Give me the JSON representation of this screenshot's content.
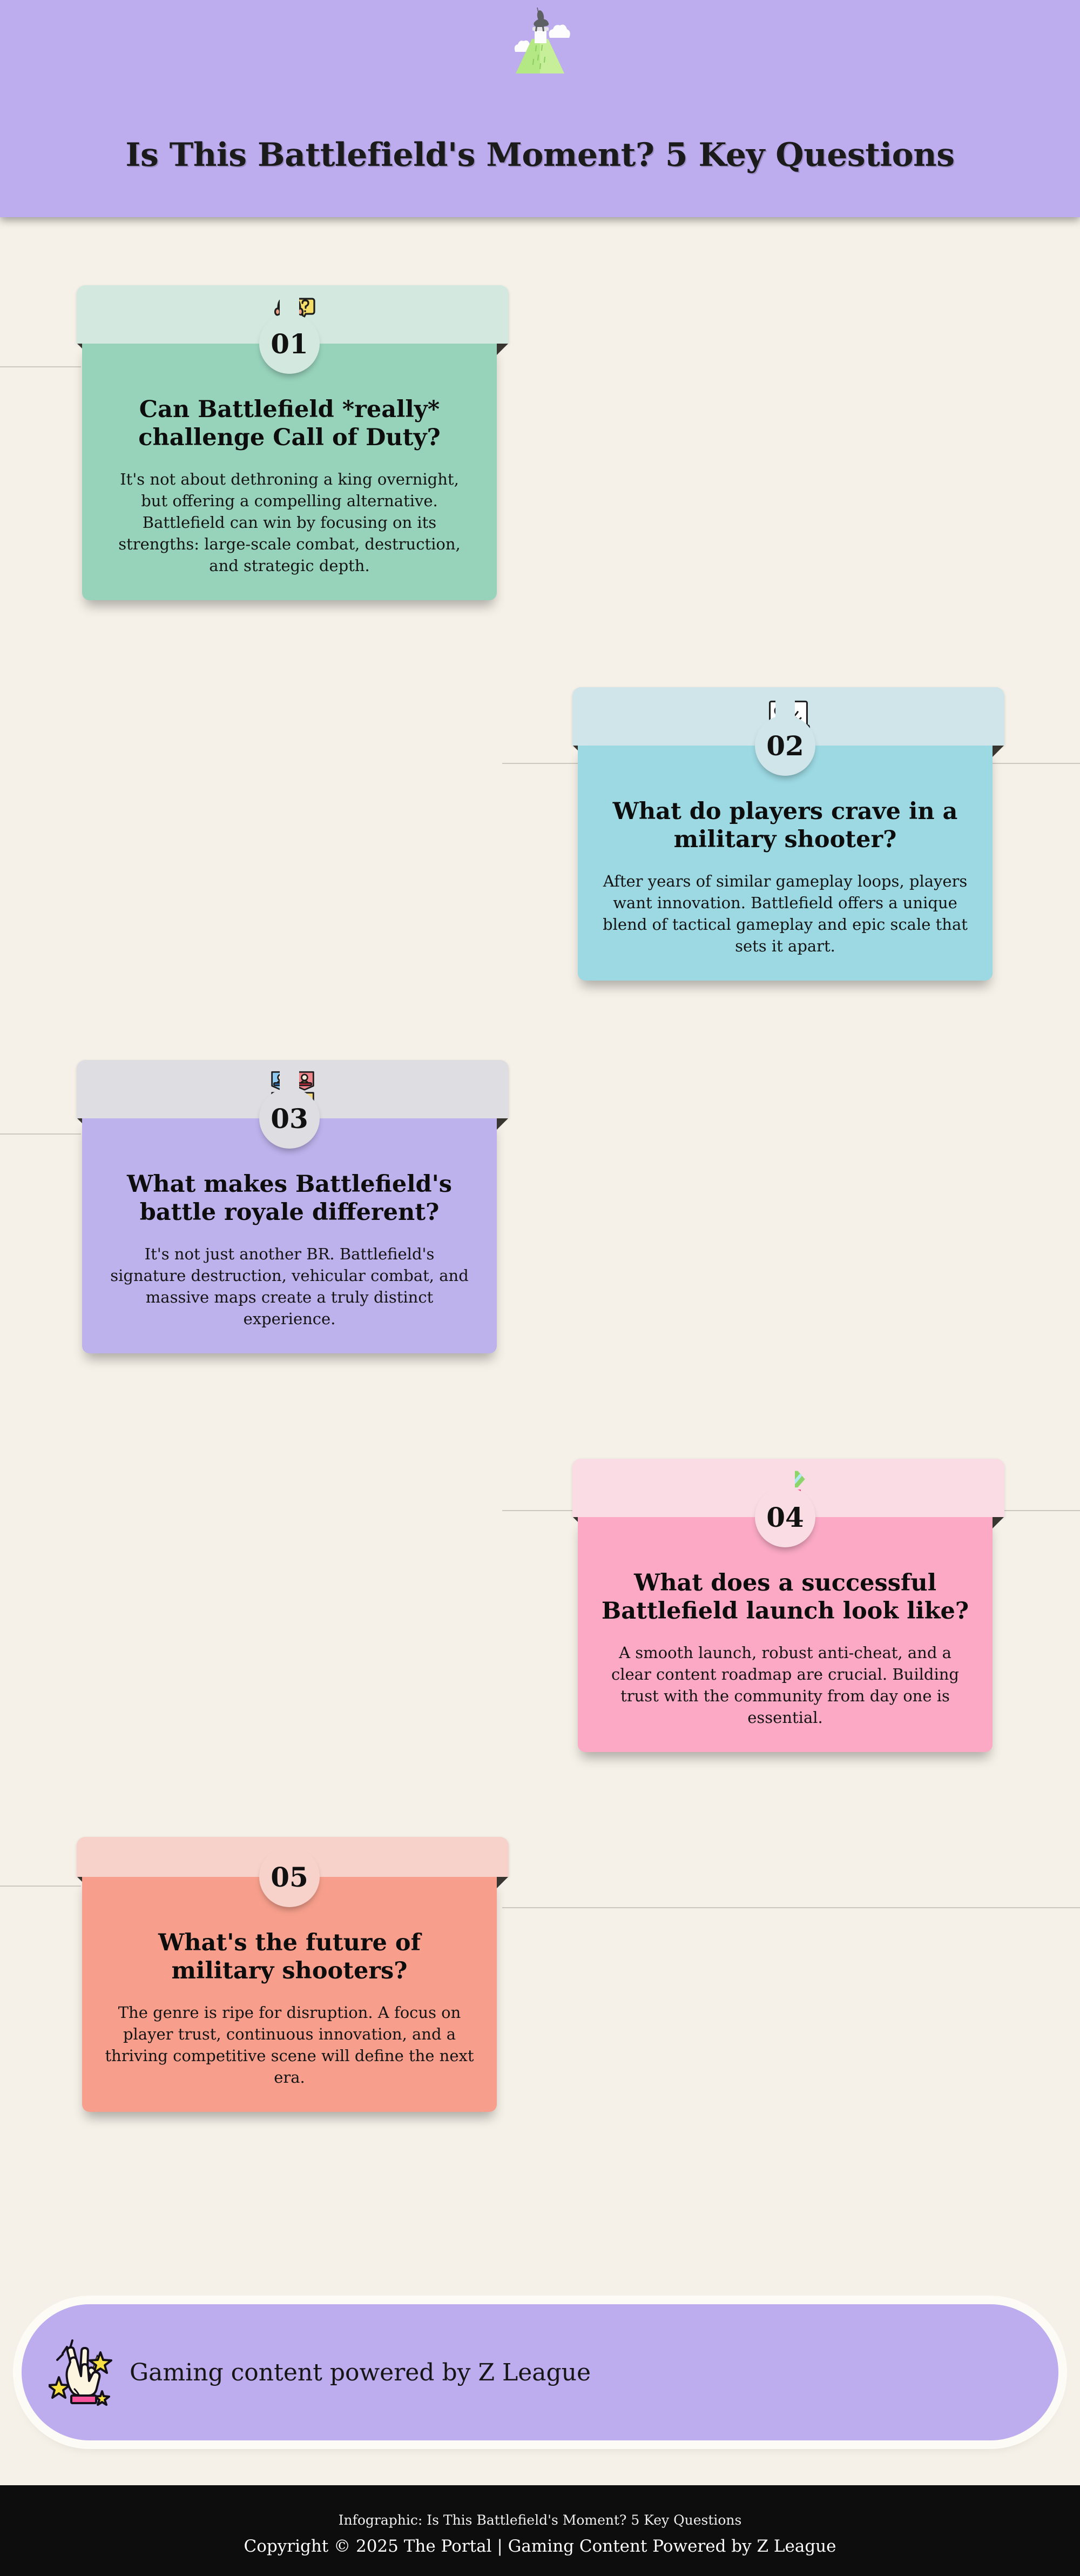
{
  "header": {
    "title": "Is This Battlefield's Moment? 5 Key Questions",
    "background_color": "#bdacee",
    "art_name": "statue-on-hill-illustration"
  },
  "page": {
    "background_color": "#f5f1e8"
  },
  "cards": [
    {
      "number": "01",
      "question": "Can Battlefield *really* challenge Call of Duty?",
      "answer": "It's not about dethroning a king overnight, but offering a compelling alternative. Battlefield can win by focusing on its strengths: large-scale combat, destruction, and strategic depth.",
      "icon": "thinking-person-icon",
      "header_color": "#d3e9df",
      "body_color": "#97d3bb",
      "badge_color": "#d3e9df",
      "side": "left"
    },
    {
      "number": "02",
      "question": "What do players crave in a military shooter?",
      "answer": "After years of similar gameplay loops, players want innovation. Battlefield offers a unique blend of tactical gameplay and epic scale that sets it apart.",
      "icon": "strategy-board-icon",
      "header_color": "#cfe5e9",
      "body_color": "#9cd9e3",
      "badge_color": "#cfe5e9",
      "side": "right"
    },
    {
      "number": "03",
      "question": "What makes Battlefield's battle royale different?",
      "answer": "It's not just another BR. Battlefield's signature destruction, vehicular combat, and massive maps create a truly distinct experience.",
      "icon": "player-cards-icon",
      "header_color": "#dedee2",
      "body_color": "#bdb2ec",
      "badge_color": "#dedee2",
      "side": "left"
    },
    {
      "number": "04",
      "question": "What does a successful Battlefield launch look like?",
      "answer": "A smooth launch, robust anti-cheat, and a clear content roadmap are crucial. Building trust with the community from day one is essential.",
      "icon": "direction-signpost-icon",
      "header_color": "#fadce4",
      "body_color": "#fba9c5",
      "badge_color": "#fadce4",
      "side": "right"
    },
    {
      "number": "05",
      "question": "What's the future of military shooters?",
      "answer": "The genre is ripe for disruption. A focus on player trust, continuous innovation, and a thriving competitive scene will define the next era.",
      "icon": "",
      "header_color": "#f7d2cb",
      "body_color": "#f79f8c",
      "badge_color": "#f7d2cb",
      "side": "left"
    }
  ],
  "promo": {
    "text": "Gaming content powered by Z League",
    "icon": "victory-hand-icon",
    "background_color": "#bdacee"
  },
  "footer": {
    "line1": "Infographic: Is This Battlefield's Moment? 5 Key Questions",
    "line2": "Copyright © 2025 The Portal | Gaming Content Powered by Z League",
    "background_color": "#0d0d0d"
  }
}
